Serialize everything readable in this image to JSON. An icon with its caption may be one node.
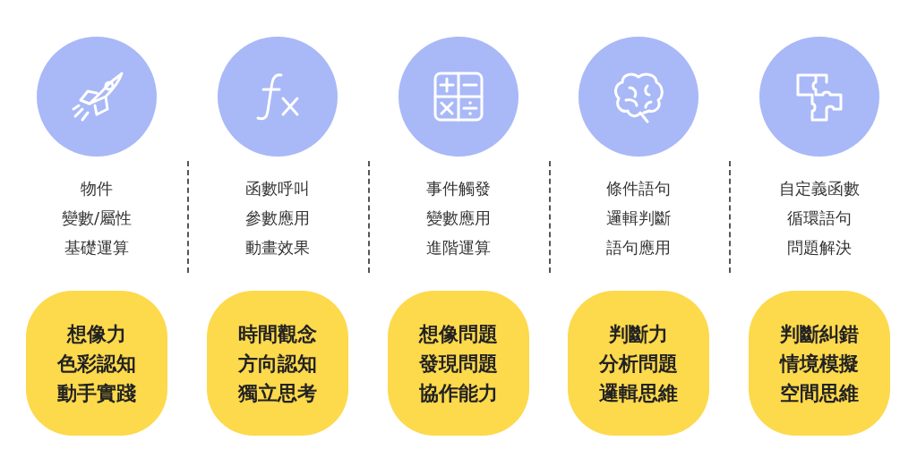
{
  "diagram": {
    "nodes": [
      {
        "text": [
          "想像力",
          "色彩認知",
          "動手實踐"
        ]
      },
      {
        "text": [
          "時間觀念",
          "方向認知",
          "獨立思考"
        ]
      },
      {
        "text": [
          "想像問題",
          "發現問題",
          "協作能力"
        ]
      },
      {
        "text": [
          "判斷力",
          "分析問題",
          "邏輯思維"
        ]
      },
      {
        "text": [
          "判斷糾錯",
          "情境模擬",
          "空間思維"
        ]
      }
    ],
    "labels": [
      "物件",
      "變數/屬性",
      "基礎運算",
      "函數呼叫",
      "參數應用",
      "動畫效果",
      "事件觸發",
      "變數應用",
      "進階運算",
      "條件語句",
      "邏輯判斷",
      "語句應用",
      "自定義函數",
      "循環語句",
      "問題解決"
    ]
  }
}
